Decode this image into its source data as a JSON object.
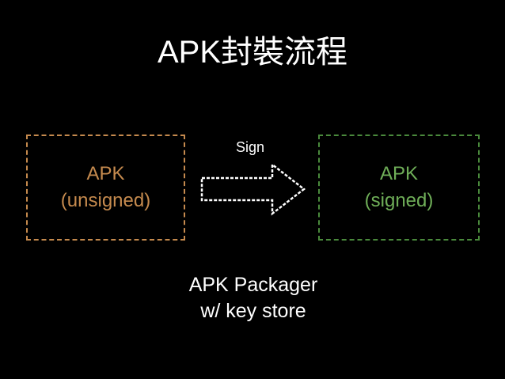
{
  "title": "APK封裝流程",
  "source_box": {
    "line1": "APK",
    "line2": "(unsigned)",
    "color": "#c58a4e"
  },
  "target_box": {
    "line1": "APK",
    "line2": "(signed)",
    "color": "#4a8a3c"
  },
  "arrow_label": "Sign",
  "caption": {
    "line1": "APK Packager",
    "line2": "w/ key store"
  },
  "colors": {
    "background": "#000000",
    "text": "#ffffff"
  }
}
